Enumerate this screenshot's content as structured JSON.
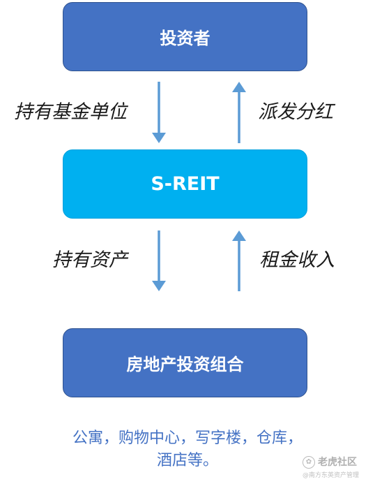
{
  "nodes": {
    "investor": "投资者",
    "reit": "S-REIT",
    "portfolio": "房地产投资组合"
  },
  "flows": {
    "investor_to_reit": "持有基金单位",
    "reit_to_investor": "派发分红",
    "reit_to_portfolio": "持有资产",
    "portfolio_to_reit": "租金收入"
  },
  "caption": {
    "line1": "公寓，购物中心，写字楼，仓库，",
    "line2": "酒店等。"
  },
  "watermark": {
    "main": "老虎社区",
    "sub": "@南方东英资产管理"
  },
  "colors": {
    "node_dark": "#4472c4",
    "node_light": "#00b0f0",
    "arrow": "#5b9bd5",
    "caption": "#4472c4"
  }
}
